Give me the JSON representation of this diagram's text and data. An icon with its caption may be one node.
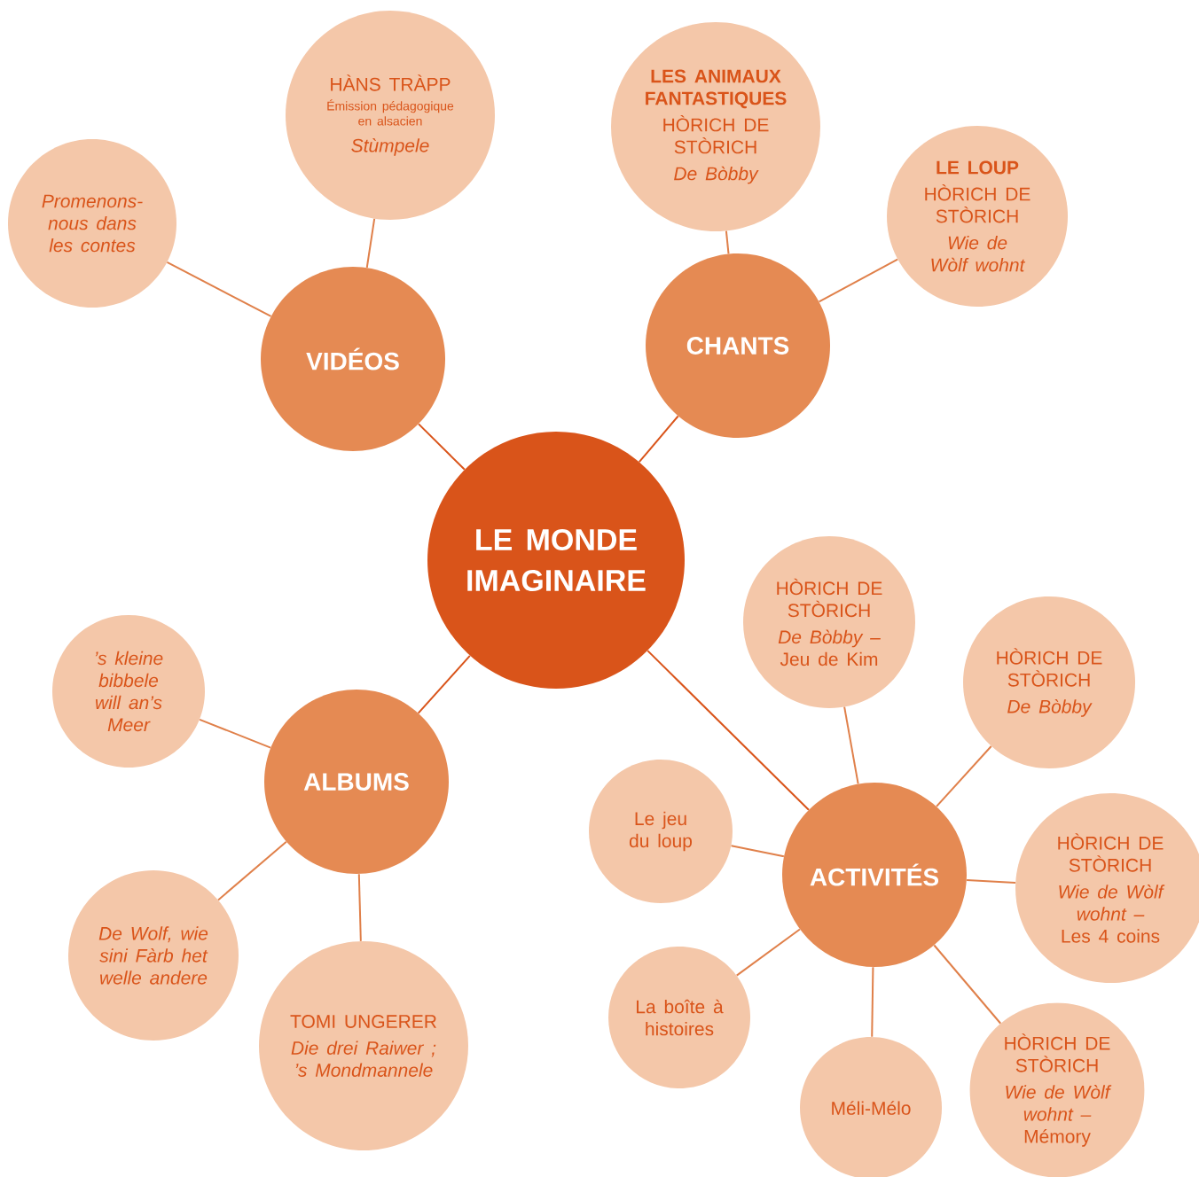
{
  "diagram": {
    "nodes": [
      {
        "text": [
          "LE MONDE IMAGINAIRE"
        ]
      },
      {
        "text": [
          "VIDÉOS"
        ]
      },
      {
        "text": [
          "CHANTS"
        ]
      },
      {
        "text": [
          "ALBUMS"
        ]
      },
      {
        "text": [
          "ACTIVITÉS"
        ]
      },
      {
        "text": [
          "Promenons-nous dans les contes"
        ]
      },
      {
        "text": [
          "HÀNS TRÀPP",
          "Émission pédagogique en alsacien",
          "Stùmpele"
        ]
      },
      {
        "text": [
          "LES ANIMAUX FANTASTIQUES",
          "HÒRICH DE STÒRICH",
          "De Bòbby"
        ]
      },
      {
        "text": [
          "LE LOUP",
          "HÒRICH DE STÒRICH",
          "Wie de Wòlf wohnt"
        ]
      },
      {
        "text": [
          "’s kleine bibbele will an’s Meer"
        ]
      },
      {
        "text": [
          "De Wolf, wie sini Fàrb het welle andere"
        ]
      },
      {
        "text": [
          "TOMI UNGERER",
          "Die drei Raiwer ; ’s Mondmannele"
        ]
      },
      {
        "text": [
          "HÒRICH DE STÒRICH",
          "*De Bòbby –* Jeu de Kim"
        ]
      },
      {
        "text": [
          "HÒRICH DE STÒRICH",
          "De Bòbby"
        ]
      },
      {
        "text": [
          "Le jeu du loup"
        ]
      },
      {
        "text": [
          "HÒRICH DE STÒRICH",
          "*Wie de Wòlf wohnt –* Les 4 coins"
        ]
      },
      {
        "text": [
          "La boîte à histoires"
        ]
      },
      {
        "text": [
          "Méli-Mélo"
        ]
      },
      {
        "text": [
          "HÒRICH DE STÒRICH",
          "*Wie de Wòlf wohnt –* Mémory"
        ]
      }
    ],
    "edges": [
      {
        "from": 0,
        "to": 1,
        "arrow": "none"
      },
      {
        "from": 0,
        "to": 2,
        "arrow": "none"
      },
      {
        "from": 0,
        "to": 3,
        "arrow": "none"
      },
      {
        "from": 0,
        "to": 4,
        "arrow": "none"
      },
      {
        "from": 1,
        "to": 5,
        "arrow": "none"
      },
      {
        "from": 1,
        "to": 6,
        "arrow": "none"
      },
      {
        "from": 2,
        "to": 7,
        "arrow": "none"
      },
      {
        "from": 2,
        "to": 8,
        "arrow": "none"
      },
      {
        "from": 3,
        "to": 9,
        "arrow": "none"
      },
      {
        "from": 3,
        "to": 10,
        "arrow": "none"
      },
      {
        "from": 3,
        "to": 11,
        "arrow": "none"
      },
      {
        "from": 4,
        "to": 12,
        "arrow": "none"
      },
      {
        "from": 4,
        "to": 13,
        "arrow": "none"
      },
      {
        "from": 4,
        "to": 14,
        "arrow": "none"
      },
      {
        "from": 4,
        "to": 15,
        "arrow": "none"
      },
      {
        "from": 4,
        "to": 16,
        "arrow": "none"
      },
      {
        "from": 4,
        "to": 17,
        "arrow": "none"
      },
      {
        "from": 4,
        "to": 18,
        "arrow": "none"
      }
    ]
  }
}
